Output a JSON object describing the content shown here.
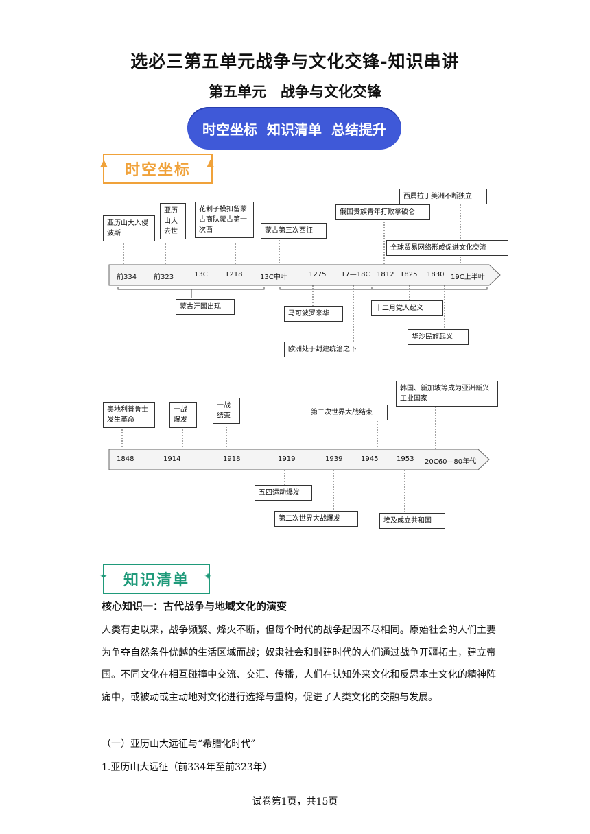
{
  "doc_title": "选必三第五单元战争与文化交锋-知识串讲",
  "unit_title": "第五单元　战争与文化交锋",
  "banner": [
    "时空坐标",
    "知识清单",
    "总结提升"
  ],
  "section_timeline": "时空坐标",
  "section_knowledge": "知识清单",
  "timeline1": {
    "ticks": [
      "前334",
      "前323",
      "13C",
      "1218",
      "13C中叶",
      "1275",
      "17—18C",
      "1812",
      "1825",
      "1830",
      "19C上半叶"
    ],
    "events_above": [
      "亚历山大入侵波斯",
      "亚历山大去世",
      "花剌子模扣留蒙古商队蒙古第一次西",
      "蒙古第三次西征",
      "俄国贵族青年打败拿破仑",
      "西属拉丁美洲不断独立",
      "全球贸易网络形成促进文化交流"
    ],
    "events_below": [
      "蒙古汗国出现",
      "马可波罗来华",
      "欧洲处于封建统治之下",
      "十二月党人起义",
      "华沙民族起义"
    ]
  },
  "timeline2": {
    "ticks": [
      "1848",
      "1914",
      "1918",
      "1919",
      "1939",
      "1945",
      "1953",
      "20C60—80年代"
    ],
    "events_above": [
      "奥地利普鲁士发生革命",
      "一战爆发",
      "一战结束",
      "第二次世界大战结束",
      "韩国、新加坡等成为亚洲新兴工业国家"
    ],
    "events_below": [
      "五四运动爆发",
      "第二次世界大战爆发",
      "埃及成立共和国"
    ]
  },
  "core_title": "核心知识一：古代战争与地域文化的演变",
  "paragraph": "人类有史以来，战争频繁、烽火不断，但每个时代的战争起因不尽相同。原始社会的人们主要为争夺自然条件优越的生活区域而战；奴隶社会和封建时代的人们通过战争开疆拓土，建立帝国。不同文化在相互碰撞中交流、交汇、传播，人们在认知外来文化和反思本土文化的精神阵痛中，或被动或主动地对文化进行选择与重构，促进了人类文化的交融与发展。",
  "sub_heading_1": "（一）亚历山大远征与“希腊化时代”",
  "sub_heading_2": "1.亚历山大远征（前334年至前323年）",
  "footer": "试卷第1页，共15页",
  "colors": {
    "banner": "#3f59d8",
    "timeline_head": "#f0a23a",
    "knowledge_head": "#1f9a7a"
  }
}
